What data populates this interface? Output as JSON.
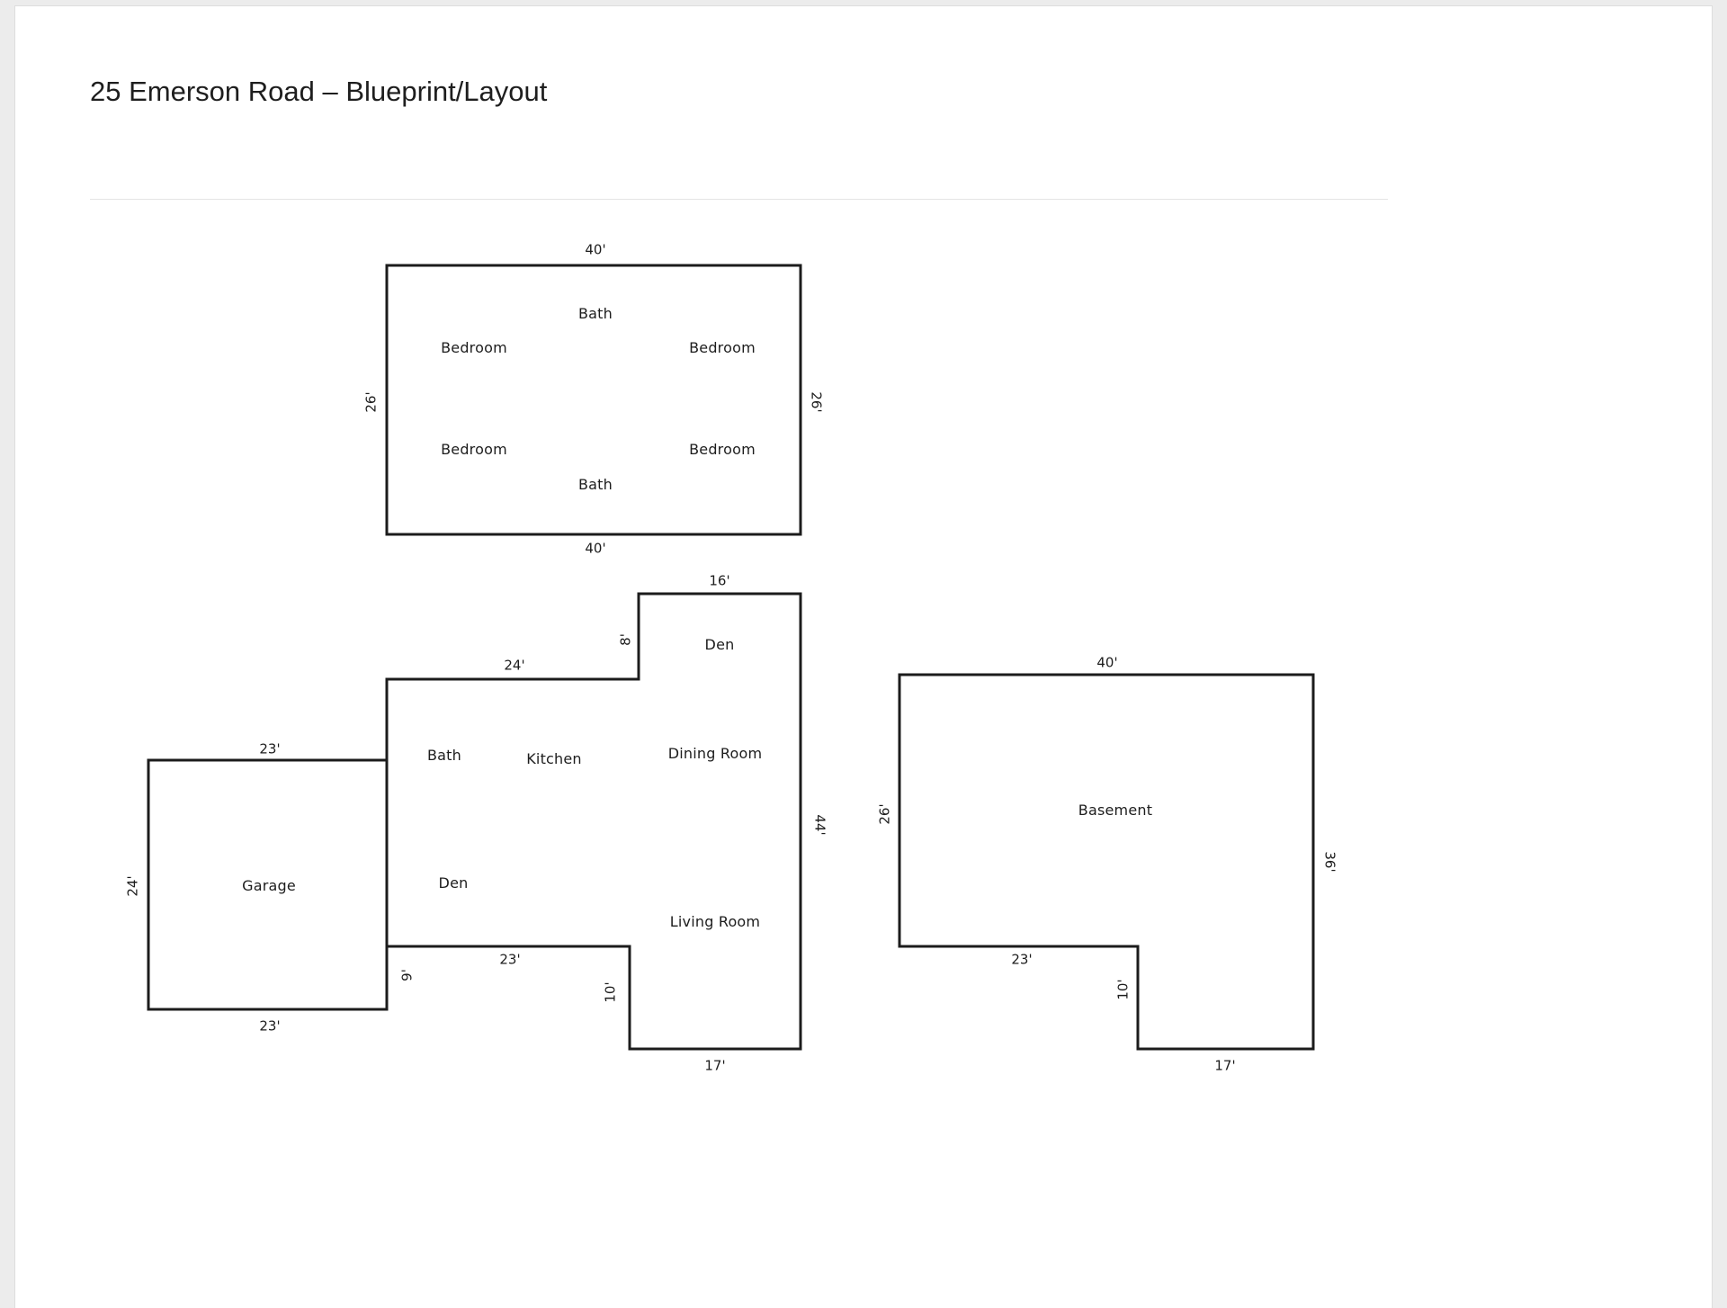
{
  "page": {
    "title": "25 Emerson Road – Blueprint/Layout"
  },
  "fp": {
    "upper": {
      "dim_top": "40'",
      "dim_bottom": "40'",
      "dim_left": "26'",
      "dim_right": "26'",
      "bath_top": "Bath",
      "bedroom_tl": "Bedroom",
      "bedroom_tr": "Bedroom",
      "bedroom_bl": "Bedroom",
      "bedroom_br": "Bedroom",
      "bath_bottom": "Bath"
    },
    "main": {
      "dim_den_top": "16'",
      "den_upper": "Den",
      "dim_den_left": "8'",
      "dim_top": "24'",
      "bath": "Bath",
      "kitchen": "Kitchen",
      "dining": "Dining Room",
      "dim_right": "44'",
      "garage": "Garage",
      "den_lower": "Den",
      "living": "Living Room",
      "dim_garage_top": "23'",
      "dim_garage_left": "24'",
      "dim_garage_bottom": "23'",
      "dim_left_step": "9'",
      "dim_bottom_left": "23'",
      "dim_step": "10'",
      "dim_bottom_right": "17'"
    },
    "basement": {
      "room": "Basement",
      "dim_top": "40'",
      "dim_left": "26'",
      "dim_right": "36'",
      "dim_bottom_left": "23'",
      "dim_step": "10'",
      "dim_bottom_right": "17'"
    }
  }
}
